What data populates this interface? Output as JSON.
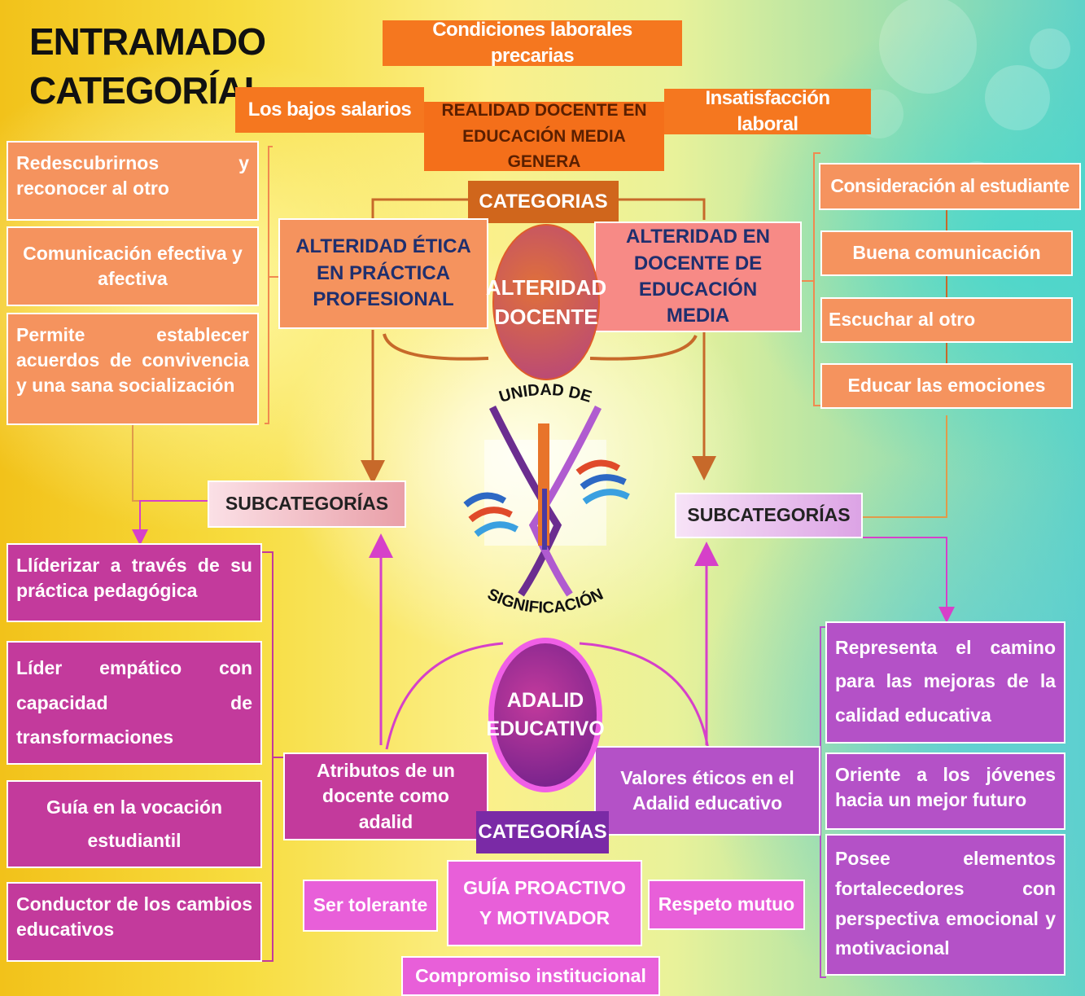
{
  "title": {
    "line1": "ENTRAMADO",
    "line2": "CATEGORÍAL"
  },
  "top": {
    "condiciones": "Condiciones laborales precarias",
    "bajos_salarios": "Los bajos salarios",
    "realidad": "REALIDAD DOCENTE EN EDUCACIÓN MEDIA GENERA",
    "insatisfaccion": "Insatisfacción laboral"
  },
  "upper": {
    "categorias_label": "CATEGORIAS",
    "left_category": "ALTERIDAD ÉTICA EN PRÁCTICA PROFESIONAL",
    "right_category": "ALTERIDAD EN DOCENTE DE EDUCACIÓN MEDIA",
    "center": "ALTERIDAD DOCENTE",
    "left_items": [
      "Redescubrirnos y reconocer al otro",
      "Comunicación efectiva y afectiva",
      "Permite establecer acuerdos de convivencia y una sana socialización"
    ],
    "right_items": [
      "Consideración al estudiante",
      "Buena comunicación",
      "Escuchar al otro",
      "Educar las emociones"
    ]
  },
  "middle": {
    "subcat_left": "SUBCATEGORÍAS",
    "subcat_right": "SUBCATEGORÍAS",
    "emblem_top": "UNIDAD DE",
    "emblem_bottom": "SIGNIFICACIÓN"
  },
  "lower": {
    "center": "ADALID EDUCATIVO",
    "categorias_label": "CATEGORÍAS",
    "left_category": "Atributos de un docente como adalid",
    "right_category": "Valores éticos en el Adalid educativo",
    "left_items": [
      "Llíderizar a través de su práctica pedagógica",
      "Líder empático con capacidad de transformaciones",
      "Guía en la vocación estudiantil",
      "Conductor de los cambios educativos"
    ],
    "right_items": [
      "Representa el camino para las mejoras de la calidad educativa",
      "Oriente a los jóvenes hacia un mejor futuro",
      "Posee elementos fortalecedores con perspectiva emocional y motivacional"
    ],
    "bottom_items": [
      "Ser tolerante",
      "GUÍA PROACTIVO Y MOTIVADOR",
      "Respeto mutuo",
      "Compromiso institucional"
    ]
  },
  "colors": {
    "orange": "#f5771f",
    "salmon": "#f5935e",
    "magenta": "#c33a9c",
    "purple": "#b451c7",
    "pink": "#e85fd9"
  }
}
